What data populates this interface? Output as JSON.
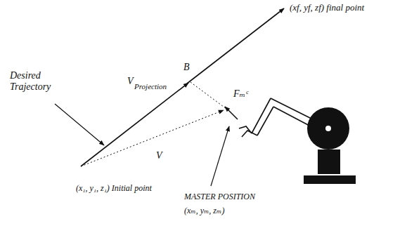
{
  "diagram": {
    "labels": [
      "Desired Trajectory",
      "V",
      "Projection",
      "B",
      "(xf, yf, zf) final point",
      "(x₁, y₁, z₁) Initial point",
      "V",
      "Fₘᶜ",
      "MASTER POSITION",
      "(xₘ, yₘ, zₘ)"
    ]
  }
}
